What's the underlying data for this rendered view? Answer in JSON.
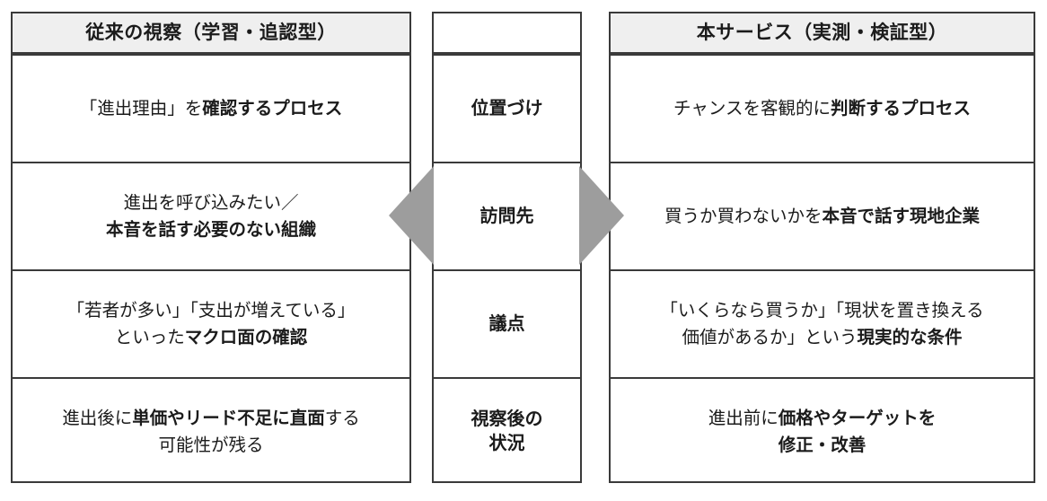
{
  "comparison": {
    "left": {
      "header": "従来の視察（学習・追認型）",
      "rows": [
        {
          "lines": [
            {
              "plain": "「進出理由」を",
              "strong": "確認するプロセス"
            }
          ]
        },
        {
          "lines": [
            {
              "plain": "進出を呼び込みたい／"
            },
            {
              "strong": "本音を話す必要のない組織"
            }
          ]
        },
        {
          "lines": [
            {
              "plain": "「若者が多い」「支出が増えている」"
            },
            {
              "plain": "といった",
              "strong": "マクロ面の確認"
            }
          ]
        },
        {
          "lines": [
            {
              "plain": "進出後に",
              "strong": "単価やリード不足に直面",
              "plain2": "する"
            },
            {
              "plain": "可能性が残る"
            }
          ]
        }
      ]
    },
    "axis": {
      "header": "",
      "labels": [
        "位置づけ",
        "訪問先",
        "議点",
        "視察後の\n状況"
      ]
    },
    "right": {
      "header": "本サービス（実測・検証型）",
      "rows": [
        {
          "lines": [
            {
              "plain": "チャンスを客観的に",
              "strong": "判断するプロセス"
            }
          ]
        },
        {
          "lines": [
            {
              "plain": "買うか買わないかを",
              "strong": "本音で話す現地企業"
            }
          ]
        },
        {
          "lines": [
            {
              "plain": "「いくらなら買うか」「現状を置き換える"
            },
            {
              "plain": "価値があるか」という",
              "strong": "現実的な条件"
            }
          ]
        },
        {
          "lines": [
            {
              "plain": "進出前に",
              "strong": "価格やターゲットを"
            },
            {
              "strong": "修正・改善"
            }
          ]
        }
      ]
    }
  },
  "arrows": {
    "left_arrow_label": "左向き矢印",
    "right_arrow_label": "右向き矢印",
    "color": "#9d9d9d"
  },
  "colors": {
    "border": "#3a3a3a",
    "header_fill": "#efefef",
    "text": "#1b1b1b",
    "page_background": "#ffffff"
  },
  "flat": {
    "left_header": "従来の視察（学習・追認型）",
    "right_header": "本サービス（実測・検証型）",
    "axis_1": "位置づけ",
    "axis_2": "訪問先",
    "axis_3": "議点",
    "axis_4a": "視察後の",
    "axis_4b": "状況",
    "l1_a": "「進出理由」を",
    "l1_b": "確認するプロセス",
    "l2_a": "進出を呼び込みたい／",
    "l2_b": "本音を話す必要のない組織",
    "l3_a": "「若者が多い」「支出が増えている」",
    "l3_b": "といった",
    "l3_c": "マクロ面の確認",
    "l4_a": "進出後に",
    "l4_b": "単価やリード不足に直面",
    "l4_c": "する",
    "l4_d": "可能性が残る",
    "r1_a": "チャンスを客観的に",
    "r1_b": "判断するプロセス",
    "r2_a": "買うか買わないかを",
    "r2_b": "本音で話す現地企業",
    "r3_a": "「いくらなら買うか」「現状を置き換える",
    "r3_b": "価値があるか」という",
    "r3_c": "現実的な条件",
    "r4_a": "進出前に",
    "r4_b": "価格やターゲットを",
    "r4_c": "修正・改善"
  }
}
